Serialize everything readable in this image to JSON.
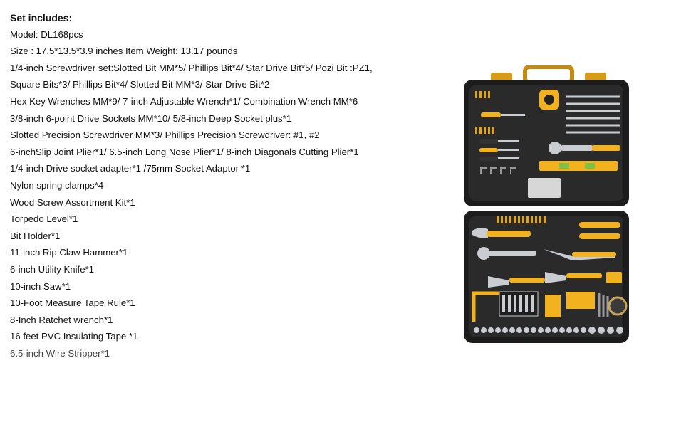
{
  "heading": "Set includes:",
  "lines": [
    "Model: DL168pcs",
    "Size : 17.5*13.5*3.9 inches  Item Weight: 13.17 pounds",
    "1/4-inch Screwdriver set:Slotted Bit MM*5/  Phillips Bit*4/ Star Drive Bit*5/ Pozi Bit :PZ1,",
    "Square Bits*3/ Phillips Bit*4/ Slotted Bit MM*3/ Star Drive Bit*2",
    "Hex Key Wrenches MM*9/ 7-inch Adjustable Wrench*1/ Combination Wrench MM*6",
    "3/8-inch 6-point Drive Sockets MM*10/ 5/8-inch Deep Socket plus*1",
    "Slotted Precision Screwdriver MM*3/ Phillips Precision Screwdriver: #1, #2",
    "6-inchSlip Joint Plier*1/   6.5-inch Long Nose Plier*1/   8-inch Diagonals Cutting Plier*1",
    "1/4-inch Drive socket adapter*1 /75mm Socket Adaptor *1",
    "Nylon spring clamps*4",
    "Wood Screw Assortment Kit*1",
    "Torpedo Level*1",
    "Bit Holder*1",
    "11-inch Rip Claw Hammer*1",
    "6-inch Utility Knife*1",
    "10-inch Saw*1",
    "10-Foot Measure Tape Rule*1",
    "8-Inch Ratchet wrench*1",
    "16 feet PVC Insulating Tape *1",
    "6.5-inch Wire Stripper*1"
  ],
  "colors": {
    "case": "#1c1c1c",
    "accent": "#f2b21f",
    "steel": "#c9ccd0"
  }
}
